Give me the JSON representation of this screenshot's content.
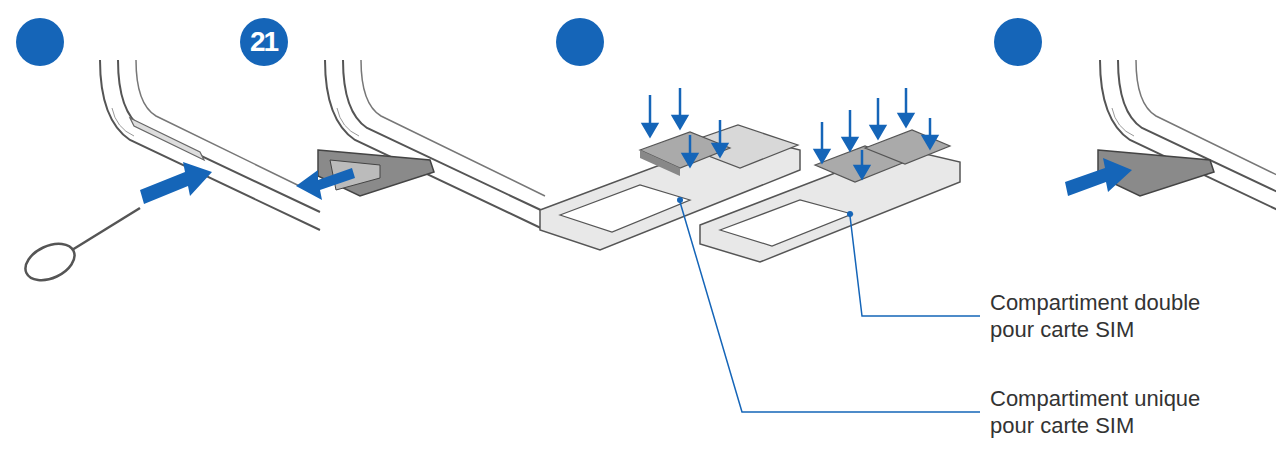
{
  "diagram": {
    "labels": [
      "21",
      "Compartiment double pour carte SIM",
      "Compartiment unique pour carte SIM"
    ]
  }
}
